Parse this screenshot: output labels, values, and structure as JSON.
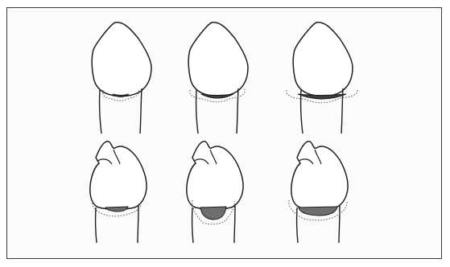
{
  "figure": {
    "colors": {
      "outline": "#1e1e1e",
      "dotted_margin": "#555555",
      "lesion_fill": "#6e6e6e",
      "lesion_fill_dark": "#3c3c3c",
      "frame": "#3a3a3a"
    },
    "rows": [
      {
        "view": "crown-top-view",
        "teeth": [
          {
            "stage": 1,
            "lesion": "small"
          },
          {
            "stage": 2,
            "lesion": "medium"
          },
          {
            "stage": 3,
            "lesion": "large"
          }
        ]
      },
      {
        "view": "crown-side-view",
        "teeth": [
          {
            "stage": 1,
            "lesion": "small"
          },
          {
            "stage": 2,
            "lesion": "medium"
          },
          {
            "stage": 3,
            "lesion": "large"
          }
        ]
      }
    ]
  }
}
